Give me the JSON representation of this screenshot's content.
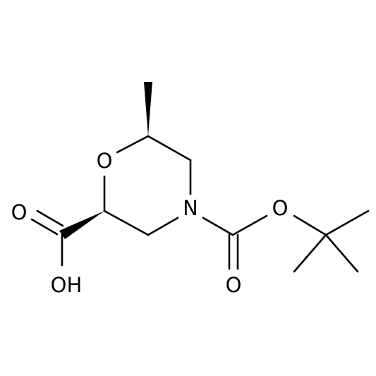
{
  "molecule": {
    "atoms": [
      {
        "id": "ring_o",
        "label": "O"
      },
      {
        "id": "ring_n",
        "label": "N"
      },
      {
        "id": "acid_o_double",
        "label": "O"
      },
      {
        "id": "acid_oh",
        "label": "OH"
      },
      {
        "id": "boc_o_ester",
        "label": "O"
      },
      {
        "id": "boc_o_double",
        "label": "O"
      }
    ],
    "colors": {
      "bond": "#000000",
      "label": "#000000",
      "background": "#ffffff"
    },
    "stereo": {
      "wedge_bonds": 2
    }
  }
}
